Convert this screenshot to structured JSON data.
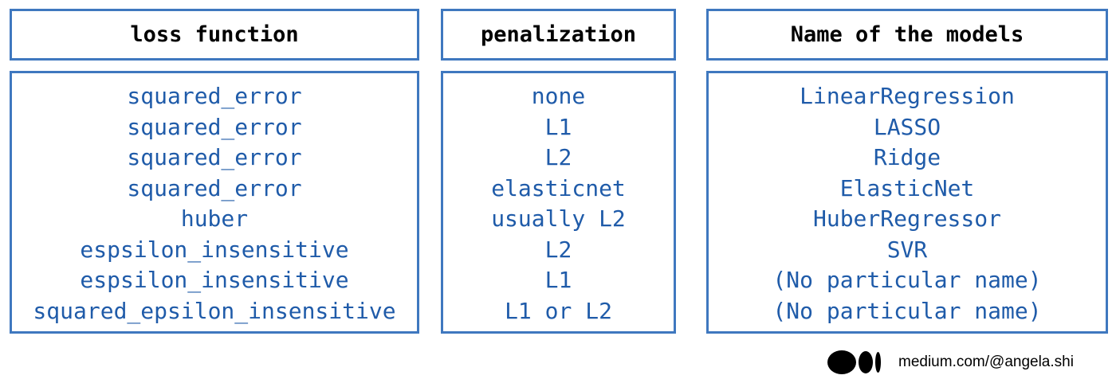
{
  "headers": {
    "loss": "loss function",
    "penalty": "penalization",
    "model": "Name of the models"
  },
  "rows": [
    {
      "loss": "squared_error",
      "penalty": "none",
      "model": "LinearRegression"
    },
    {
      "loss": "squared_error",
      "penalty": "L1",
      "model": "LASSO"
    },
    {
      "loss": "squared_error",
      "penalty": "L2",
      "model": "Ridge"
    },
    {
      "loss": "squared_error",
      "penalty": "elasticnet",
      "model": "ElasticNet"
    },
    {
      "loss": "huber",
      "penalty": "usually L2",
      "model": "HuberRegressor"
    },
    {
      "loss": "espsilon_insensitive",
      "penalty": "L2",
      "model": "SVR"
    },
    {
      "loss": "espsilon_insensitive",
      "penalty": "L1",
      "model": "(No particular name)"
    },
    {
      "loss": "squared_epsilon_insensitive",
      "penalty": "L1 or L2",
      "model": "(No particular name)"
    }
  ],
  "footer": {
    "logo_icon": "medium-logo-icon",
    "credit": "medium.com/@angela.shi"
  },
  "colors": {
    "border": "#3f78bf",
    "value_text": "#1f5ba9",
    "header_text": "#000000"
  }
}
